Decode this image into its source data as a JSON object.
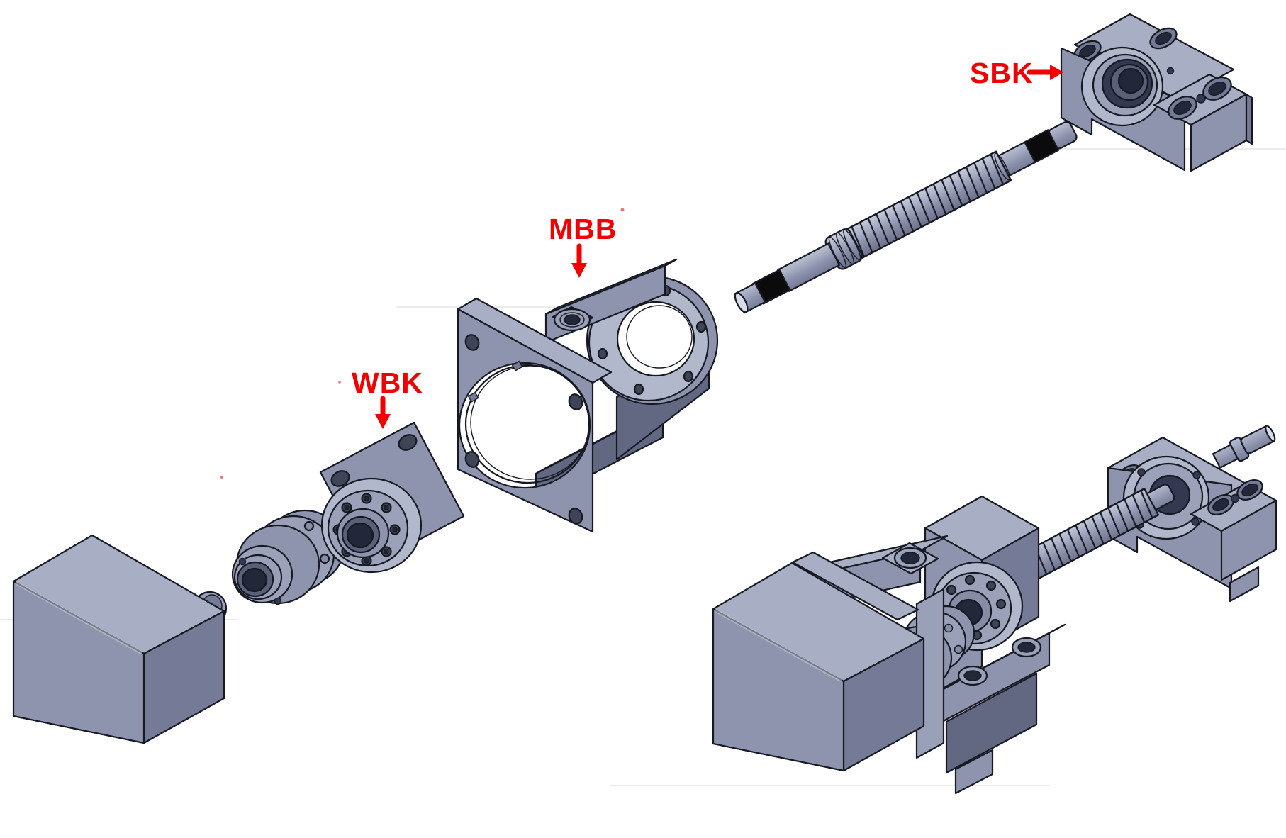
{
  "diagram": {
    "kind": "cad-exploded-assembly",
    "background_color": "#ffffff",
    "labels": [
      {
        "id": "sbk",
        "text": "SBK",
        "arrow_direction": "right",
        "target_part": "sbk-support-unit"
      },
      {
        "id": "mbb",
        "text": "MBB",
        "arrow_direction": "down",
        "target_part": "mbb-motor-bracket"
      },
      {
        "id": "wbk",
        "text": "WBK",
        "arrow_direction": "down",
        "target_part": "wbk-bearing-unit"
      }
    ],
    "parts": [
      {
        "id": "motor-exploded",
        "kind": "servo-motor"
      },
      {
        "id": "coupling-exploded",
        "kind": "shaft-coupling"
      },
      {
        "id": "wbk-bearing-unit",
        "kind": "flanged-bearing-unit",
        "label": "WBK"
      },
      {
        "id": "mbb-motor-bracket",
        "kind": "motor-bracket-housing",
        "label": "MBB"
      },
      {
        "id": "ball-screw-shaft",
        "kind": "ball-screw"
      },
      {
        "id": "sbk-support-unit",
        "kind": "end-support-bearing-block",
        "label": "SBK"
      },
      {
        "id": "assembled-unit",
        "kind": "assembled-ball-screw-drive"
      }
    ],
    "colors": {
      "label_red": "#F20000",
      "part_top": "#A8AEC3",
      "part_mid": "#8E94AD",
      "part_side": "#757B96",
      "part_shadow": "#626882",
      "shaft_highlight": "#CDD2E0",
      "black_band": "#0B0B0B",
      "bore_dark": "#23273A",
      "outline": "#161922"
    }
  }
}
